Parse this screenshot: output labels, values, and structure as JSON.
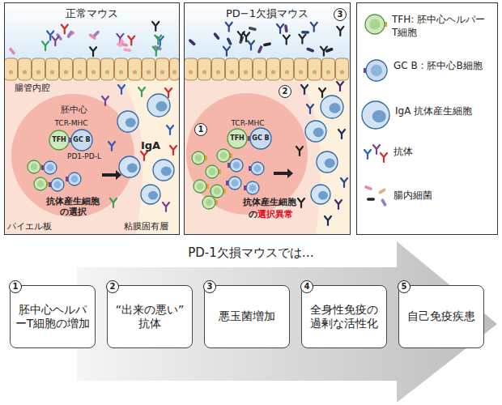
{
  "diagram": {
    "nodes": [
      {
        "text": [
          "正常マウス"
        ]
      },
      {
        "text": [
          "胚中心"
        ],
        "in": 0
      },
      {
        "text": [
          "TFH"
        ],
        "in": 1
      },
      {
        "text": [
          "GC B"
        ],
        "in": 1
      },
      {
        "text": [
          "PD−1欠損マウス"
        ]
      },
      {
        "text": [
          "TFH"
        ],
        "in": 4
      },
      {
        "text": [
          "GC B"
        ],
        "in": 4
      },
      {
        "text": [
          "胚中心ヘルパーT細胞の増加"
        ]
      },
      {
        "text": [
          "“出来の悪い” 抗体"
        ]
      },
      {
        "text": [
          "悪玉菌増加"
        ]
      },
      {
        "text": [
          "全身性免疫の過剰な活性化"
        ]
      },
      {
        "text": [
          "自己免疫疾患"
        ]
      }
    ],
    "labels": [
      "腸管内腔",
      "TCR-MHC",
      "PD1-PD-L",
      "IgA",
      "抗体産生細胞の選択",
      "パイエル板",
      "粘膜固有層",
      "1",
      "2",
      "3",
      "TCR-MHC",
      "抗体産生細胞",
      "の",
      "選択異常",
      "PD-1欠損マウスでは…",
      "1",
      "2",
      "3",
      "4",
      "5"
    ],
    "legend": [
      {
        "text": "TFH: 胚中心ヘルパーT細胞"
      },
      {
        "text": "GC B : 胚中心B細胞"
      },
      {
        "text": "IgA 抗体産生細胞"
      },
      {
        "text": "抗体"
      },
      {
        "text": "腸内細菌"
      }
    ]
  }
}
